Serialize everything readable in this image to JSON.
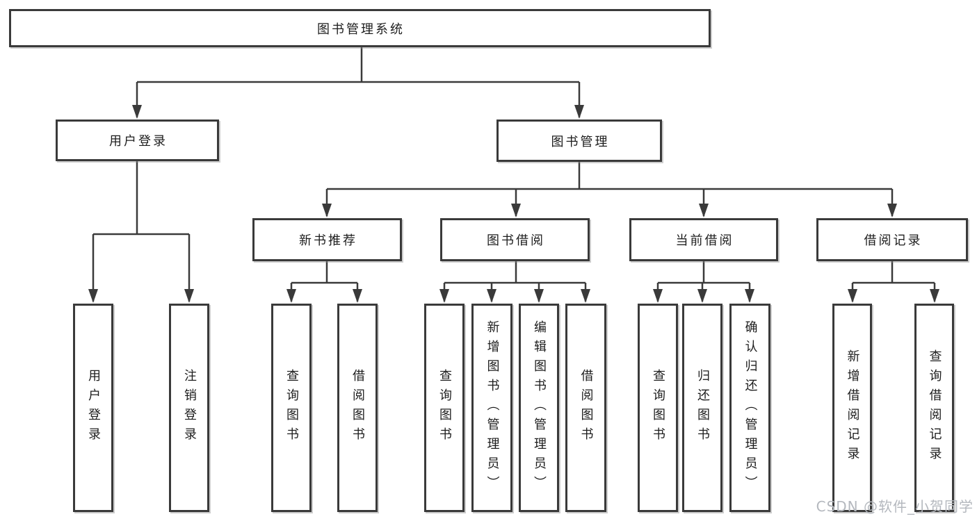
{
  "colors": {
    "line": "#3a3a3a",
    "box_border": "#3a3a3a",
    "text": "#1d1d1d",
    "watermark": "#b4b8be",
    "background": "#ffffff"
  },
  "watermark": {
    "text": "CSDN @软件_小贺同学"
  },
  "tree": {
    "root": {
      "label": "图书管理系统"
    },
    "branches": [
      {
        "label": "用户登录",
        "leaves": [
          "用户登录",
          "注销登录"
        ]
      },
      {
        "label": "图书管理",
        "groups": [
          {
            "label": "新书推荐",
            "leaves": [
              "查询图书",
              "借阅图书"
            ]
          },
          {
            "label": "图书借阅",
            "leaves": [
              "查询图书",
              "新增图书（管理员）",
              "编辑图书（管理员）",
              "借阅图书"
            ]
          },
          {
            "label": "当前借阅",
            "leaves": [
              "查询图书",
              "归还图书",
              "确认归还（管理员）"
            ]
          },
          {
            "label": "借阅记录",
            "leaves": [
              "新增借阅记录",
              "查询借阅记录"
            ]
          }
        ]
      }
    ]
  }
}
